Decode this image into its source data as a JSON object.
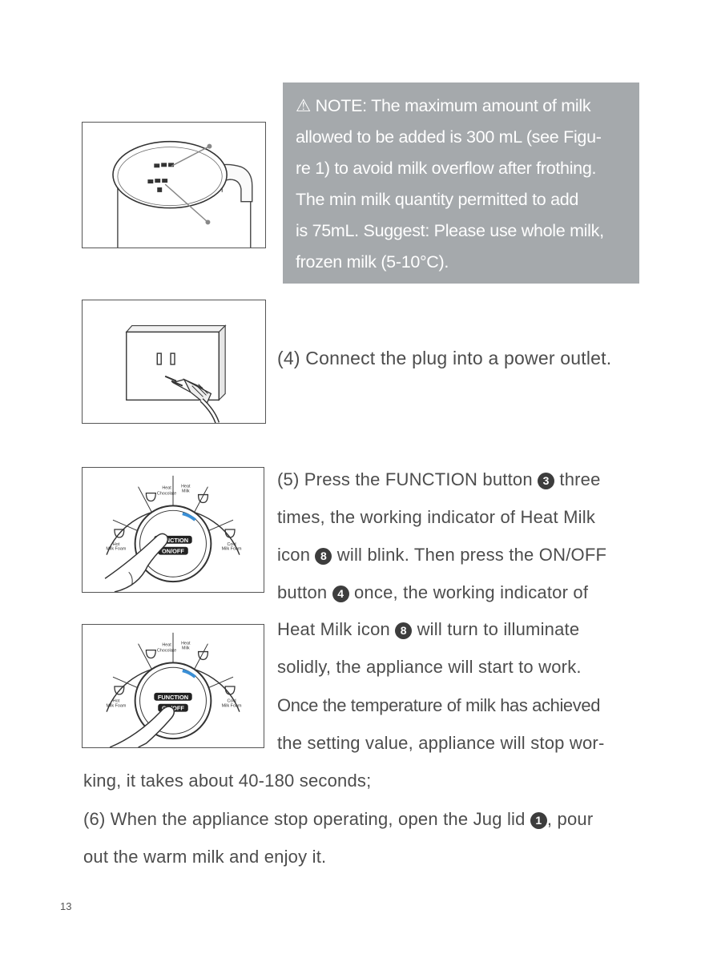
{
  "note": {
    "lines": [
      "⚠ NOTE: The maximum amount of milk",
      "allowed to be added is 300 mL (see Figu-",
      "re 1) to avoid milk overflow after frothing.",
      "The min milk quantity permitted to add",
      "is 75mL. Suggest: Please use whole milk,",
      "frozen milk (5-10°C)."
    ]
  },
  "step4": {
    "text": "(4)  Connect the plug into a power outlet."
  },
  "step5": {
    "l1a": "(5)  Press the FUNCTION button ",
    "n3": "3",
    "l1b": " three",
    "l2": "times, the working indicator of Heat Milk",
    "l3a": "icon ",
    "n8": "8",
    "l3b": " will blink. Then press the ON/OFF",
    "l4a": "button ",
    "n4": "4",
    "l4b": " once, the working indicator of",
    "l5a": "Heat Milk icon ",
    "n8b": "8",
    "l5b": " will turn to illuminate",
    "l6": "solidly, the appliance will start to work.",
    "l7": "Once the temperature of milk has achieved",
    "l8": "the setting value, appliance will stop wor-",
    "l9": "king, it takes about 40-180 seconds;"
  },
  "step6": {
    "l1a": "(6) When the appliance stop operating, open the Jug lid ",
    "n1": "1",
    "l1b": ", pour",
    "l2": "out the warm milk and enjoy it."
  },
  "panel": {
    "heat_choc": [
      "Heat",
      "Chocolate"
    ],
    "heat_milk": [
      "Heat",
      "Milk"
    ],
    "hot_foam": [
      "Hot",
      "Milk Foam"
    ],
    "cold_foam": [
      "Cold",
      "Milk Foam"
    ],
    "function": "FUNCTION",
    "onoff": "ON/OFF"
  },
  "page_number": "13"
}
